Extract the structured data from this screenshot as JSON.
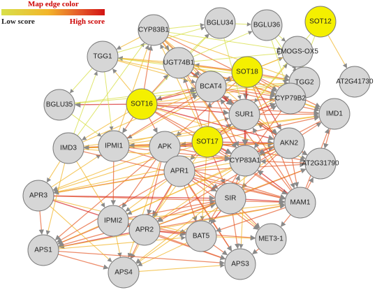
{
  "legend": {
    "title": "Map edge color",
    "low_label": "Low score",
    "high_label": "High score",
    "colors": [
      "#d8e04a",
      "#f2b52a",
      "#e55a2a",
      "#d21414"
    ]
  },
  "style": {
    "node_fill": "#d6d6d6",
    "highlight_fill": "#f4f000"
  },
  "nodes": [
    {
      "id": "CYP83B1",
      "highlight": false
    },
    {
      "id": "BGLU34",
      "highlight": false
    },
    {
      "id": "BGLU36",
      "highlight": false
    },
    {
      "id": "SOT12",
      "highlight": true
    },
    {
      "id": "TGG1",
      "highlight": false
    },
    {
      "id": "FMOGS-OX5",
      "highlight": false
    },
    {
      "id": "UGT74B1",
      "highlight": false
    },
    {
      "id": "SOT18",
      "highlight": true
    },
    {
      "id": "TGG2",
      "highlight": false
    },
    {
      "id": "AT2G41730",
      "highlight": false
    },
    {
      "id": "BCAT4",
      "highlight": false
    },
    {
      "id": "CYP79B2",
      "highlight": false
    },
    {
      "id": "BGLU35",
      "highlight": false
    },
    {
      "id": "SOT16",
      "highlight": true
    },
    {
      "id": "SUR1",
      "highlight": false
    },
    {
      "id": "IMD1",
      "highlight": false
    },
    {
      "id": "IMD3",
      "highlight": false
    },
    {
      "id": "IPMI1",
      "highlight": false
    },
    {
      "id": "APK",
      "highlight": false
    },
    {
      "id": "SOT17",
      "highlight": true
    },
    {
      "id": "AKN2",
      "highlight": false
    },
    {
      "id": "CYP83A1",
      "highlight": false
    },
    {
      "id": "AT2G31790",
      "highlight": false
    },
    {
      "id": "APR1",
      "highlight": false
    },
    {
      "id": "APR3",
      "highlight": false
    },
    {
      "id": "SIR",
      "highlight": false
    },
    {
      "id": "MAM1",
      "highlight": false
    },
    {
      "id": "IPMI2",
      "highlight": false
    },
    {
      "id": "APR2",
      "highlight": false
    },
    {
      "id": "BAT5",
      "highlight": false
    },
    {
      "id": "MET3-1",
      "highlight": false
    },
    {
      "id": "APS1",
      "highlight": false
    },
    {
      "id": "APS3",
      "highlight": false
    },
    {
      "id": "APS4",
      "highlight": false
    }
  ],
  "edges": [
    [
      "SOT12",
      "AT2G41730",
      1
    ],
    [
      "SOT18",
      "TGG2",
      2
    ],
    [
      "SOT18",
      "BCAT4",
      3
    ],
    [
      "SOT18",
      "SUR1",
      3
    ],
    [
      "SOT18",
      "CYP79B2",
      2
    ],
    [
      "SOT18",
      "UGT74B1",
      2
    ],
    [
      "SOT18",
      "AKN2",
      3
    ],
    [
      "SOT18",
      "IMD1",
      2
    ],
    [
      "SOT18",
      "CYP83A1",
      3
    ],
    [
      "SOT18",
      "SOT16",
      2
    ],
    [
      "SOT18",
      "IPMI1",
      1
    ],
    [
      "SOT18",
      "APK",
      2
    ],
    [
      "SOT18",
      "TGG1",
      1
    ],
    [
      "SOT18",
      "MAM1",
      2
    ],
    [
      "SOT18",
      "FMOGS-OX5",
      1
    ],
    [
      "SOT16",
      "BGLU35",
      3
    ],
    [
      "SOT16",
      "TGG1",
      1
    ],
    [
      "SOT16",
      "CYP83B1",
      2
    ],
    [
      "SOT16",
      "UGT74B1",
      2
    ],
    [
      "SOT16",
      "BCAT4",
      3
    ],
    [
      "SOT16",
      "SUR1",
      3
    ],
    [
      "SOT16",
      "AKN2",
      3
    ],
    [
      "SOT16",
      "CYP83A1",
      2
    ],
    [
      "SOT16",
      "IMD1",
      2
    ],
    [
      "SOT16",
      "APK",
      2
    ],
    [
      "SOT16",
      "IMD3",
      1
    ],
    [
      "SOT16",
      "IPMI1",
      2
    ],
    [
      "SOT16",
      "CYP79B2",
      2
    ],
    [
      "SOT16",
      "TGG2",
      1
    ],
    [
      "SOT16",
      "MAM1",
      2
    ],
    [
      "SOT16",
      "BGLU34",
      0
    ],
    [
      "SOT16",
      "AT2G31790",
      1
    ],
    [
      "SOT17",
      "APK",
      3
    ],
    [
      "SOT17",
      "AKN2",
      3
    ],
    [
      "SOT17",
      "SUR1",
      3
    ],
    [
      "SOT17",
      "CYP83A1",
      3
    ],
    [
      "SOT17",
      "BCAT4",
      2
    ],
    [
      "SOT17",
      "APR1",
      2
    ],
    [
      "SOT17",
      "IPMI1",
      2
    ],
    [
      "SOT17",
      "IMD3",
      1
    ],
    [
      "SOT17",
      "CYP83B1",
      1
    ],
    [
      "SOT17",
      "UGT74B1",
      2
    ],
    [
      "SOT17",
      "MAM1",
      2
    ],
    [
      "SOT17",
      "SIR",
      2
    ],
    [
      "SOT17",
      "IMD1",
      2
    ],
    [
      "SOT17",
      "AT2G31790",
      2
    ],
    [
      "SOT17",
      "TGG2",
      1
    ],
    [
      "SOT17",
      "CYP79B2",
      2
    ],
    [
      "SOT17",
      "APR2",
      1
    ],
    [
      "SOT17",
      "BAT5",
      1
    ],
    [
      "SOT17",
      "APR3",
      1
    ],
    [
      "APK",
      "APR1",
      3
    ],
    [
      "APK",
      "AKN2",
      3
    ],
    [
      "APK",
      "APS1",
      2
    ],
    [
      "APK",
      "APR3",
      1
    ],
    [
      "APK",
      "IPMI2",
      2
    ],
    [
      "APK",
      "SIR",
      2
    ],
    [
      "APK",
      "APS3",
      2
    ],
    [
      "APK",
      "APR2",
      2
    ],
    [
      "APK",
      "IMD3",
      1
    ],
    [
      "APK",
      "CYP83A1",
      2
    ],
    [
      "APK",
      "MET3-1",
      1
    ],
    [
      "APK",
      "APS4",
      1
    ],
    [
      "APR1",
      "APR3",
      2
    ],
    [
      "APR1",
      "APR2",
      3
    ],
    [
      "APR1",
      "APS1",
      2
    ],
    [
      "APR1",
      "SIR",
      3
    ],
    [
      "APR1",
      "AKN2",
      3
    ],
    [
      "APR1",
      "APS3",
      2
    ],
    [
      "APR1",
      "MAM1",
      2
    ],
    [
      "APR1",
      "AT2G31790",
      2
    ],
    [
      "APR1",
      "BAT5",
      2
    ],
    [
      "APR1",
      "IPMI2",
      1
    ],
    [
      "APR1",
      "APS4",
      1
    ],
    [
      "APR1",
      "MET3-1",
      2
    ],
    [
      "AKN2",
      "APR3",
      1
    ],
    [
      "AKN2",
      "SIR",
      2
    ],
    [
      "AKN2",
      "MAM1",
      2
    ],
    [
      "AKN2",
      "IPMI1",
      2
    ],
    [
      "AKN2",
      "IMD1",
      2
    ],
    [
      "AKN2",
      "AT2G31790",
      2
    ],
    [
      "AKN2",
      "BCAT4",
      2
    ],
    [
      "AKN2",
      "SUR1",
      3
    ],
    [
      "AKN2",
      "CYP83A1",
      3
    ],
    [
      "AKN2",
      "IMD3",
      1
    ],
    [
      "AKN2",
      "APR2",
      2
    ],
    [
      "AKN2",
      "APS1",
      1
    ],
    [
      "AKN2",
      "APS4",
      1
    ],
    [
      "APR3",
      "IPMI1",
      1
    ],
    [
      "APR3",
      "APR2",
      3
    ],
    [
      "APR3",
      "SIR",
      3
    ],
    [
      "APR3",
      "APS1",
      2
    ],
    [
      "APR3",
      "MAM1",
      2
    ],
    [
      "APR3",
      "BAT5",
      1
    ],
    [
      "IPMI1",
      "IMD1",
      1
    ],
    [
      "IPMI1",
      "CYP83B1",
      1
    ],
    [
      "IPMI1",
      "BCAT4",
      2
    ],
    [
      "IPMI1",
      "MAM1",
      2
    ],
    [
      "IPMI1",
      "IPMI2",
      2
    ],
    [
      "IPMI1",
      "IMD3",
      2
    ],
    [
      "IPMI1",
      "CYP83A1",
      2
    ],
    [
      "IPMI1",
      "SUR1",
      1
    ],
    [
      "IMD3",
      "IPMI2",
      1
    ],
    [
      "IMD3",
      "CYP83B1",
      0
    ],
    [
      "IMD3",
      "MAM1",
      2
    ],
    [
      "IMD3",
      "IMD1",
      1
    ],
    [
      "IMD3",
      "BCAT4",
      1
    ],
    [
      "IMD3",
      "APS1",
      1
    ],
    [
      "IMD3",
      "TGG1",
      0
    ],
    [
      "IMD3",
      "CYP83A1",
      1
    ],
    [
      "IPMI2",
      "APS1",
      2
    ],
    [
      "IPMI2",
      "APR2",
      3
    ],
    [
      "IPMI2",
      "BAT5",
      2
    ],
    [
      "IPMI2",
      "APS4",
      1
    ],
    [
      "IPMI2",
      "SIR",
      2
    ],
    [
      "IPMI2",
      "APS3",
      2
    ],
    [
      "APR2",
      "SIR",
      3
    ],
    [
      "APR2",
      "APS1",
      3
    ],
    [
      "APR2",
      "APS3",
      2
    ],
    [
      "APR2",
      "BAT5",
      3
    ],
    [
      "APR2",
      "APS4",
      2
    ],
    [
      "APR2",
      "MAM1",
      2
    ],
    [
      "APR2",
      "MET3-1",
      2
    ],
    [
      "APR2",
      "AT2G31790",
      1
    ],
    [
      "SIR",
      "MAM1",
      3
    ],
    [
      "SIR",
      "BAT5",
      3
    ],
    [
      "SIR",
      "APS3",
      2
    ],
    [
      "SIR",
      "MET3-1",
      2
    ],
    [
      "SIR",
      "APS1",
      2
    ],
    [
      "SIR",
      "AT2G31790",
      2
    ],
    [
      "SIR",
      "CYP83A1",
      2
    ],
    [
      "SIR",
      "APS4",
      1
    ],
    [
      "MAM1",
      "AT2G31790",
      2
    ],
    [
      "MAM1",
      "IMD1",
      2
    ],
    [
      "MAM1",
      "BCAT4",
      2
    ],
    [
      "MAM1",
      "CYP83A1",
      3
    ],
    [
      "MAM1",
      "SUR1",
      2
    ],
    [
      "MAM1",
      "MET3-1",
      2
    ],
    [
      "MAM1",
      "BAT5",
      2
    ],
    [
      "BAT5",
      "APS3",
      2
    ],
    [
      "BAT5",
      "APS4",
      1
    ],
    [
      "BAT5",
      "MET3-1",
      1
    ],
    [
      "APS1",
      "APS4",
      2
    ],
    [
      "APS1",
      "APS3",
      2
    ],
    [
      "APS4",
      "APS3",
      1
    ],
    [
      "MET3-1",
      "APS3",
      2
    ],
    [
      "CYP83B1",
      "BGLU34",
      0
    ],
    [
      "CYP83B1",
      "UGT74B1",
      2
    ],
    [
      "CYP83B1",
      "SUR1",
      2
    ],
    [
      "CYP83B1",
      "TGG1",
      1
    ],
    [
      "CYP83B1",
      "BCAT4",
      1
    ],
    [
      "CYP83B1",
      "CYP79B2",
      2
    ],
    [
      "CYP83B1",
      "AKN2",
      1
    ],
    [
      "CYP83B1",
      "CYP83A1",
      1
    ],
    [
      "CYP83B1",
      "TGG2",
      1
    ],
    [
      "CYP83B1",
      "FMOGS-OX5",
      0
    ],
    [
      "UGT74B1",
      "SUR1",
      3
    ],
    [
      "UGT74B1",
      "BCAT4",
      2
    ],
    [
      "UGT74B1",
      "CYP79B2",
      2
    ],
    [
      "UGT74B1",
      "TGG1",
      1
    ],
    [
      "UGT74B1",
      "BGLU34",
      0
    ],
    [
      "UGT74B1",
      "CYP83A1",
      2
    ],
    [
      "UGT74B1",
      "AKN2",
      2
    ],
    [
      "UGT74B1",
      "TGG2",
      1
    ],
    [
      "UGT74B1",
      "FMOGS-OX5",
      0
    ],
    [
      "UGT74B1",
      "BGLU36",
      0
    ],
    [
      "UGT74B1",
      "IMD1",
      1
    ],
    [
      "BCAT4",
      "SUR1",
      3
    ],
    [
      "BCAT4",
      "IMD1",
      2
    ],
    [
      "BCAT4",
      "CYP79B2",
      2
    ],
    [
      "BCAT4",
      "CYP83A1",
      2
    ],
    [
      "BCAT4",
      "TGG2",
      1
    ],
    [
      "SUR1",
      "CYP79B2",
      3
    ],
    [
      "SUR1",
      "IMD1",
      2
    ],
    [
      "SUR1",
      "CYP83A1",
      3
    ],
    [
      "SUR1",
      "TGG2",
      1
    ],
    [
      "SUR1",
      "AT2G31790",
      2
    ],
    [
      "SUR1",
      "FMOGS-OX5",
      1
    ],
    [
      "CYP79B2",
      "TGG2",
      1
    ],
    [
      "CYP79B2",
      "IMD1",
      1
    ],
    [
      "CYP79B2",
      "FMOGS-OX5",
      0
    ],
    [
      "CYP79B2",
      "CYP83A1",
      2
    ],
    [
      "IMD1",
      "AT2G31790",
      2
    ],
    [
      "IMD1",
      "CYP83A1",
      2
    ],
    [
      "AT2G31790",
      "CYP83A1",
      2
    ],
    [
      "TGG1",
      "BGLU35",
      0
    ],
    [
      "TGG1",
      "BGLU34",
      0
    ],
    [
      "TGG1",
      "TGG2",
      0
    ],
    [
      "TGG1",
      "CYP79B2",
      1
    ],
    [
      "TGG1",
      "BCAT4",
      1
    ],
    [
      "BGLU34",
      "BGLU36",
      0
    ],
    [
      "BGLU34",
      "SUR1",
      0
    ],
    [
      "BGLU36",
      "TGG2",
      0
    ],
    [
      "BGLU36",
      "CYP79B2",
      0
    ],
    [
      "BGLU36",
      "FMOGS-OX5",
      0
    ],
    [
      "FMOGS-OX5",
      "TGG2",
      1
    ],
    [
      "FMOGS-OX5",
      "BCAT4",
      1
    ],
    [
      "BGLU35",
      "BCAT4",
      0
    ],
    [
      "BGLU35",
      "IPMI1",
      0
    ],
    [
      "CYP83A1",
      "APR3",
      1
    ],
    [
      "CYP83A1",
      "IPMI2",
      1
    ],
    [
      "CYP83A1",
      "APS3",
      1
    ],
    [
      "CYP83A1",
      "BAT5",
      2
    ],
    [
      "CYP83A1",
      "APR2",
      1
    ],
    [
      "IMD3",
      "APR3",
      1
    ],
    [
      "APR3",
      "APS4",
      1
    ],
    [
      "IPMI2",
      "MAM1",
      1
    ],
    [
      "APS1",
      "MAM1",
      1
    ],
    [
      "APS1",
      "BAT5",
      1
    ],
    [
      "TGG1",
      "IPMI1",
      0
    ],
    [
      "BGLU35",
      "TGG2",
      0
    ],
    [
      "SOT12",
      "CYP79B2",
      0
    ],
    [
      "SOT12",
      "SUR1",
      0
    ]
  ]
}
